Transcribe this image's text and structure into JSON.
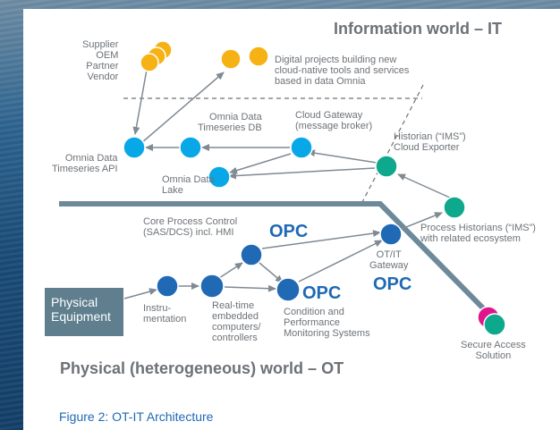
{
  "titles": {
    "it_world": "Information world – IT",
    "ot_world": "Physical (heterogeneous) world – OT"
  },
  "caption": "Figure 2: OT-IT Architecture",
  "protocol_label": "OPC",
  "equipment_box": "Physical\nEquipment",
  "nodes": {
    "supplier": "Supplier\nOEM\nPartner\nVendor",
    "digital_projects": "Digital projects building new\ncloud-native tools and services\nbased in data Omnia",
    "timeseries_api": "Omnia Data\nTimeseries API",
    "timeseries_db": "Omnia Data\nTimeseries DB",
    "cloud_gateway": "Cloud Gateway\n(message broker)",
    "data_lake": "Omnia Data\nLake",
    "historian_exporter": "Historian (“IMS”)\nCloud Exporter",
    "process_historians": "Process Historians (“IMS”)\nwith related ecosystem",
    "core_process_control": "Core Process Control\n(SAS/DCS) incl. HMI",
    "ot_it_gateway": "OT/IT\nGateway",
    "instrumentation": "Instru-\nmentation",
    "realtime_computers": "Real-time\nembedded\ncomputers/\ncontrollers",
    "condition_monitoring": "Condition and\nPerformance\nMonitoring Systems",
    "secure_access": "Secure Access\nSolution"
  },
  "colors": {
    "it_node": "#08a8e8",
    "ot_node": "#1f69b5",
    "historian_node": "#0ea88d",
    "external_node": "#f6b215",
    "secure_access_node": "#e0158c",
    "boundary_line": "#6e8a9a",
    "arrow": "#7f8a94"
  }
}
